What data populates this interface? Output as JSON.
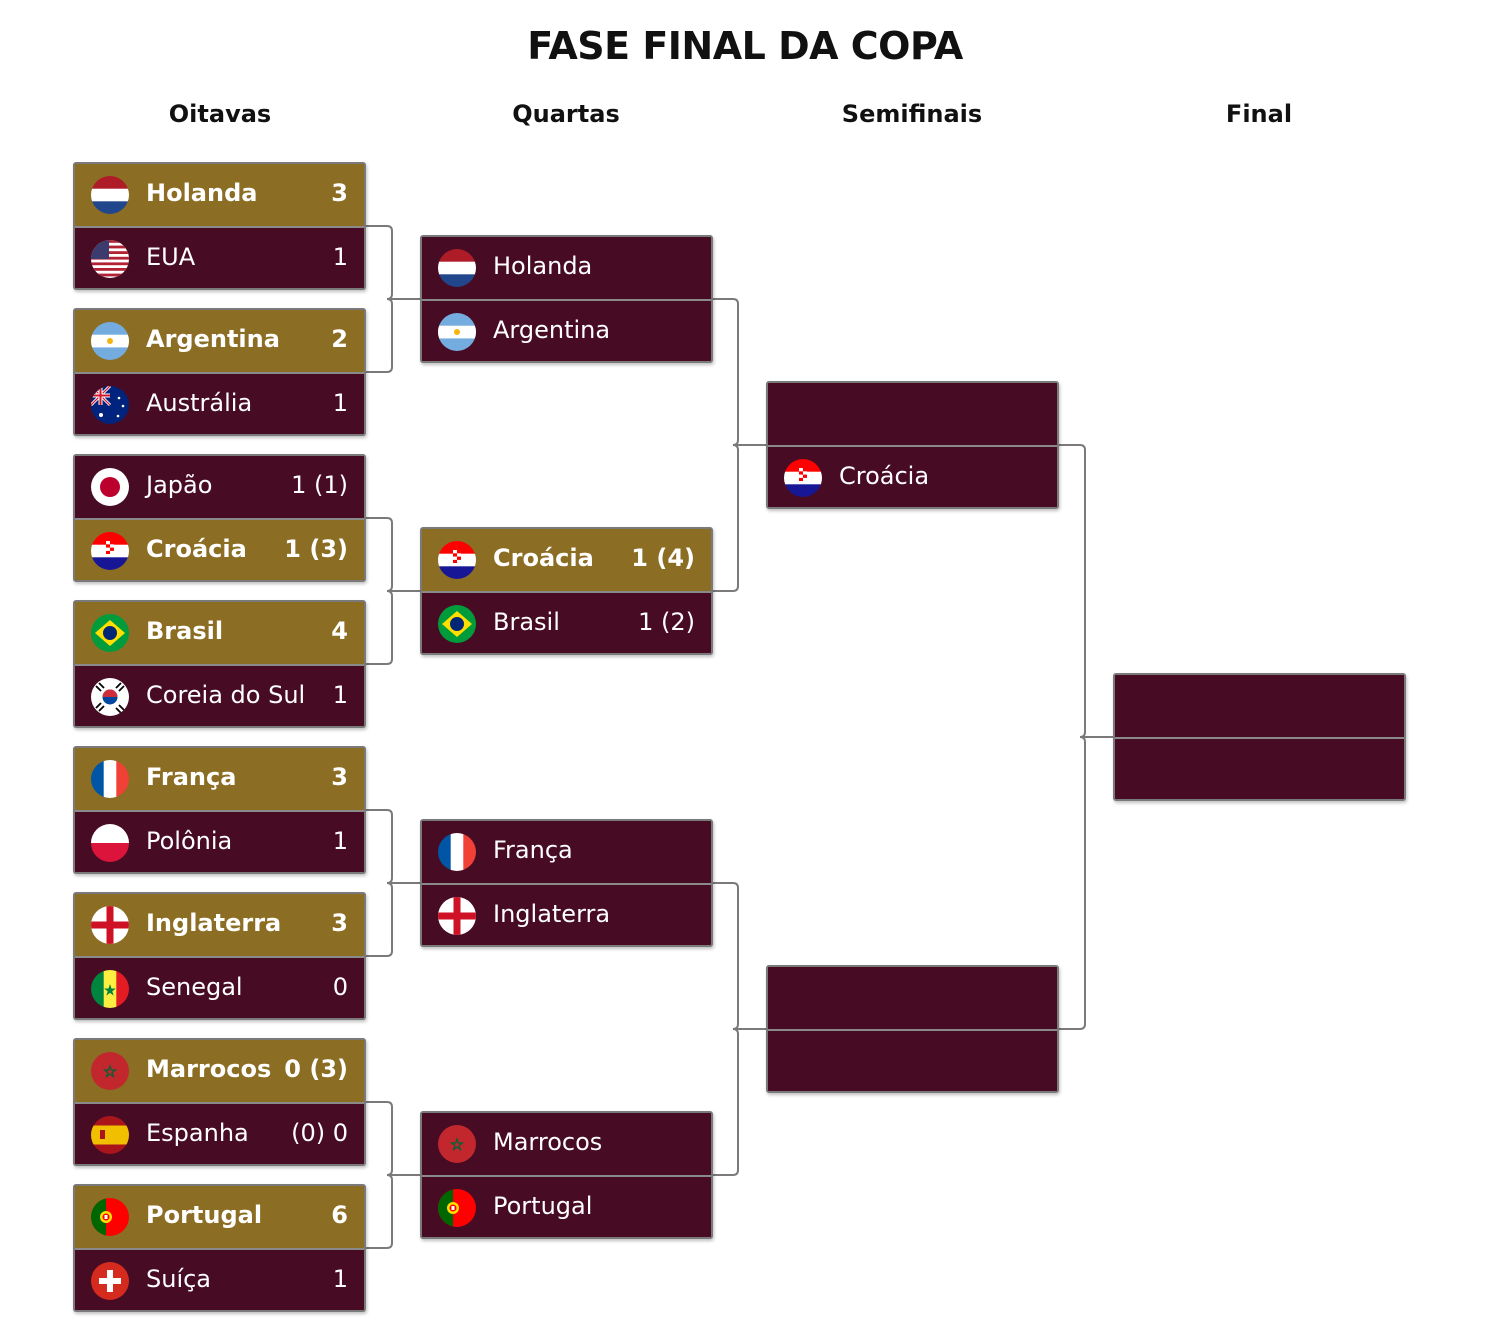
{
  "title": "FASE FINAL DA COPA",
  "rounds": [
    "Oitavas",
    "Quartas",
    "Semifinais",
    "Final"
  ],
  "matches": {
    "r16_1": [
      {
        "team": "Holanda",
        "score": "3",
        "winner": true,
        "flag": "netherlands-flag"
      },
      {
        "team": "EUA",
        "score": "1",
        "winner": false,
        "flag": "usa-flag"
      }
    ],
    "r16_2": [
      {
        "team": "Argentina",
        "score": "2",
        "winner": true,
        "flag": "argentina-flag"
      },
      {
        "team": "Austrália",
        "score": "1",
        "winner": false,
        "flag": "australia-flag"
      }
    ],
    "r16_3": [
      {
        "team": "Japão",
        "score": "1 (1)",
        "winner": false,
        "flag": "japan-flag"
      },
      {
        "team": "Croácia",
        "score": "1 (3)",
        "winner": true,
        "flag": "croatia-flag"
      }
    ],
    "r16_4": [
      {
        "team": "Brasil",
        "score": "4",
        "winner": true,
        "flag": "brazil-flag"
      },
      {
        "team": "Coreia do Sul",
        "score": "1",
        "winner": false,
        "flag": "south-korea-flag"
      }
    ],
    "r16_5": [
      {
        "team": "França",
        "score": "3",
        "winner": true,
        "flag": "france-flag"
      },
      {
        "team": "Polônia",
        "score": "1",
        "winner": false,
        "flag": "poland-flag"
      }
    ],
    "r16_6": [
      {
        "team": "Inglaterra",
        "score": "3",
        "winner": true,
        "flag": "england-flag"
      },
      {
        "team": "Senegal",
        "score": "0",
        "winner": false,
        "flag": "senegal-flag"
      }
    ],
    "r16_7": [
      {
        "team": "Marrocos",
        "score": "0 (3)",
        "winner": true,
        "flag": "morocco-flag"
      },
      {
        "team": "Espanha",
        "score": "(0) 0",
        "winner": false,
        "flag": "spain-flag"
      }
    ],
    "r16_8": [
      {
        "team": "Portugal",
        "score": "6",
        "winner": true,
        "flag": "portugal-flag"
      },
      {
        "team": "Suíça",
        "score": "1",
        "winner": false,
        "flag": "switzerland-flag"
      }
    ],
    "qf_1": [
      {
        "team": "Holanda",
        "score": "",
        "winner": false,
        "flag": "netherlands-flag"
      },
      {
        "team": "Argentina",
        "score": "",
        "winner": false,
        "flag": "argentina-flag"
      }
    ],
    "qf_2": [
      {
        "team": "Croácia",
        "score": "1 (4)",
        "winner": true,
        "flag": "croatia-flag"
      },
      {
        "team": "Brasil",
        "score": "1 (2)",
        "winner": false,
        "flag": "brazil-flag"
      }
    ],
    "qf_3": [
      {
        "team": "França",
        "score": "",
        "winner": false,
        "flag": "france-flag"
      },
      {
        "team": "Inglaterra",
        "score": "",
        "winner": false,
        "flag": "england-flag"
      }
    ],
    "qf_4": [
      {
        "team": "Marrocos",
        "score": "",
        "winner": false,
        "flag": "morocco-flag"
      },
      {
        "team": "Portugal",
        "score": "",
        "winner": false,
        "flag": "portugal-flag"
      }
    ],
    "sf_1": [
      {
        "team": "",
        "score": "",
        "winner": false,
        "flag": ""
      },
      {
        "team": "Croácia",
        "score": "",
        "winner": false,
        "flag": "croatia-flag"
      }
    ],
    "sf_2": [
      {
        "team": "",
        "score": "",
        "winner": false,
        "flag": ""
      },
      {
        "team": "",
        "score": "",
        "winner": false,
        "flag": ""
      }
    ],
    "final": [
      {
        "team": "",
        "score": "",
        "winner": false,
        "flag": ""
      },
      {
        "team": "",
        "score": "",
        "winner": false,
        "flag": ""
      }
    ]
  },
  "colors": {
    "winner_row": "#8c6d24",
    "loser_row": "#470c24",
    "connector": "#7a7a7a"
  }
}
